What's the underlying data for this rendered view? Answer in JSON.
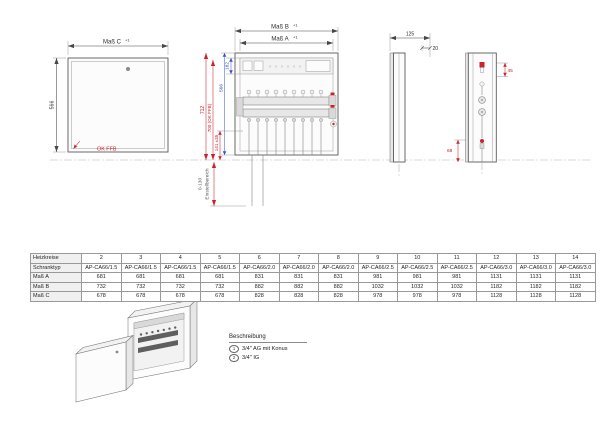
{
  "colors": {
    "dim_red": "#cc2229",
    "dim_blue": "#3a50c0",
    "line": "#5a5a5a"
  },
  "views": {
    "front_closed": {
      "dim_top": "Maß C",
      "dim_top_sup": "+1",
      "dim_left": "566",
      "floor_label": "OK FFB"
    },
    "front_open": {
      "dim_top_outer": "Maß B",
      "dim_top_outer_sup": "+1",
      "dim_top_inner": "Maß A",
      "dim_top_inner_sup": "+1",
      "dim_height": "566",
      "dim_strip": "182",
      "dim_red_total": "712",
      "dim_red_okffb": "700 (OK FFB)",
      "dim_red_axis": "141 ±35",
      "adjust_range": "0-130",
      "adjust_label": "Einstellbereich"
    },
    "side_plain": {
      "dim_depth": "125",
      "dim_door": "20"
    },
    "side_manifold": {
      "dim_top": "45",
      "dim_bottom": "68"
    }
  },
  "table": {
    "rows": [
      {
        "label": "Heizkreise",
        "values": [
          "2",
          "3",
          "4",
          "5",
          "6",
          "7",
          "8",
          "9",
          "10",
          "11",
          "12",
          "13",
          "14"
        ]
      },
      {
        "label": "Schranktyp",
        "values": [
          "AP-CA66/1.5",
          "AP-CA66/1.5",
          "AP-CA66/1.5",
          "AP-CA66/1.5",
          "AP-CA66/2.0",
          "AP-CA66/2.0",
          "AP-CA66/2.0",
          "AP-CA66/2.5",
          "AP-CA66/2.5",
          "AP-CA66/2.5",
          "AP-CA66/3.0",
          "AP-CA66/3.0",
          "AP-CA66/3.0"
        ]
      },
      {
        "label": "Maß A",
        "values": [
          "681",
          "681",
          "681",
          "681",
          "831",
          "831",
          "831",
          "981",
          "981",
          "981",
          "1131",
          "1131",
          "1131"
        ]
      },
      {
        "label": "Maß B",
        "values": [
          "732",
          "732",
          "732",
          "732",
          "882",
          "882",
          "882",
          "1032",
          "1032",
          "1032",
          "1182",
          "1182",
          "1182"
        ]
      },
      {
        "label": "Maß C",
        "values": [
          "678",
          "678",
          "678",
          "678",
          "828",
          "828",
          "828",
          "978",
          "978",
          "978",
          "1128",
          "1128",
          "1128"
        ]
      }
    ]
  },
  "legend": {
    "title": "Beschreibung",
    "items": [
      {
        "marker": "1",
        "label": "3/4\" AG mit Konus"
      },
      {
        "marker": "2",
        "label": "3/4\" IG"
      }
    ]
  }
}
